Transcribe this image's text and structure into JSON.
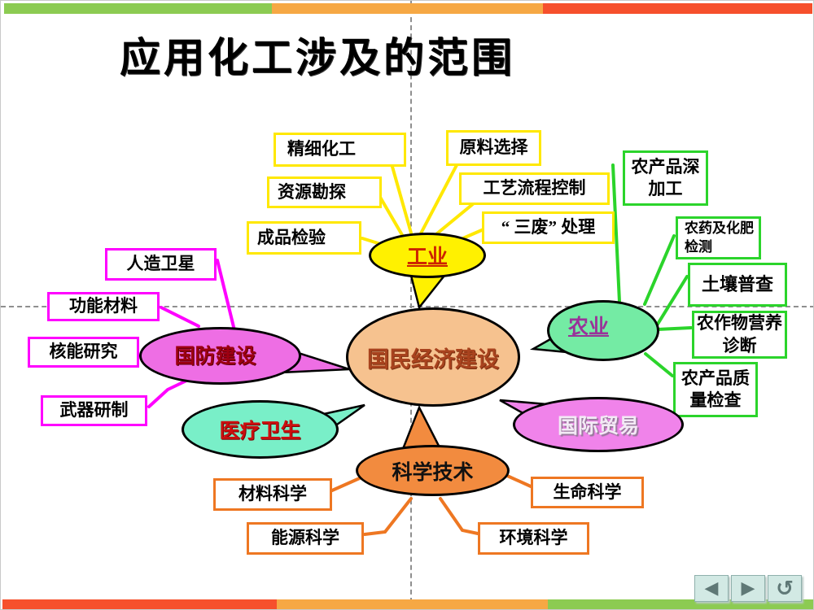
{
  "slide": {
    "title": "应用化工涉及的范围"
  },
  "center_node": {
    "label": "国民经济建设"
  },
  "branches": {
    "industry": {
      "label": "工业",
      "items": [
        "精细化工",
        "原料选择",
        "资源勘探",
        "工艺流程控制",
        "成品检验",
        "“ 三废” 处理"
      ]
    },
    "agriculture": {
      "label": "农业",
      "items": [
        "农产品深加工",
        "农药及化肥检测",
        "土壤普查",
        "农作物营养诊断",
        "农产品质量检查"
      ]
    },
    "defense": {
      "label": "国防建设",
      "items": [
        "人造卫星",
        "功能材料",
        "核能研究",
        "武器研制"
      ]
    },
    "medical": {
      "label": "医疗卫生"
    },
    "trade": {
      "label": "国际贸易"
    },
    "science": {
      "label": "科学技术",
      "items": [
        "材料科学",
        "能源科学",
        "生命科学",
        "环境科学"
      ]
    }
  },
  "nav": {
    "prev": "◀",
    "next": "▶",
    "return": "↺"
  },
  "colors": {
    "industry_line": "#ffe800",
    "agriculture_line": "#2bd42b",
    "defense_line": "#ff00ff",
    "science_line": "#ee7722",
    "center_fill": "#f6c28f",
    "industry_fill": "#fff100",
    "agriculture_fill": "#74eba4",
    "defense_fill": "#ee6ee4",
    "medical_fill": "#79efc8",
    "trade_fill": "#f083ea",
    "science_fill": "#f28b3f",
    "bar_green": "#8ccb52",
    "bar_orange": "#f6a844",
    "bar_red": "#f6502c"
  }
}
